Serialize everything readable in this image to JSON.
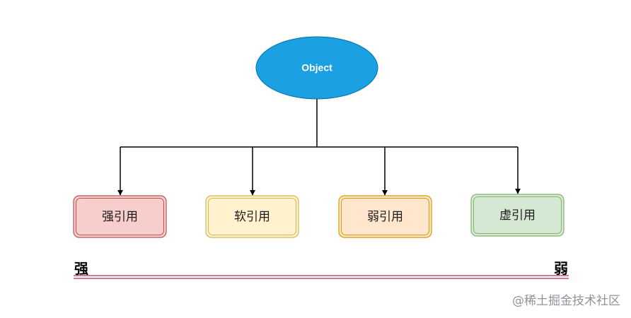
{
  "root": {
    "label": "Object",
    "fill": "#1ba1e2",
    "stroke": "#006eaf"
  },
  "children": [
    {
      "label": "强引用",
      "fill": "#f8cecc",
      "stroke": "#b85450"
    },
    {
      "label": "软引用",
      "fill": "#fff2cc",
      "stroke": "#d6b656"
    },
    {
      "label": "弱引用",
      "fill": "#ffe6cc",
      "stroke": "#d79b00"
    },
    {
      "label": "虚引用",
      "fill": "#d5e8d4",
      "stroke": "#82b366"
    }
  ],
  "scale": {
    "left_label": "强",
    "right_label": "弱",
    "line_color": "#b85079"
  },
  "watermark": "@稀土掘金技术社区",
  "edge_color": "#000000"
}
